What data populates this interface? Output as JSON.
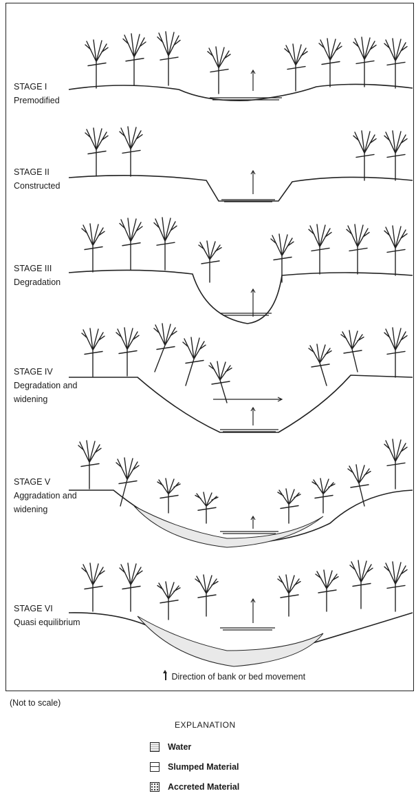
{
  "stages": [
    {
      "title": "STAGE I",
      "subtitle": "Premodified"
    },
    {
      "title": "STAGE II",
      "subtitle": "Constructed"
    },
    {
      "title": "STAGE III",
      "subtitle": "Degradation"
    },
    {
      "title": "STAGE IV",
      "subtitle": "Degradation and widening"
    },
    {
      "title": "STAGE V",
      "subtitle": "Aggradation and widening"
    },
    {
      "title": "STAGE VI",
      "subtitle": "Quasi equilibrium"
    }
  ],
  "caption": "Direction of bank or bed movement",
  "note": "(Not to scale)",
  "explanation": {
    "heading": "EXPLANATION",
    "items": [
      "Water",
      "Slumped Material",
      "Accreted Material"
    ]
  }
}
